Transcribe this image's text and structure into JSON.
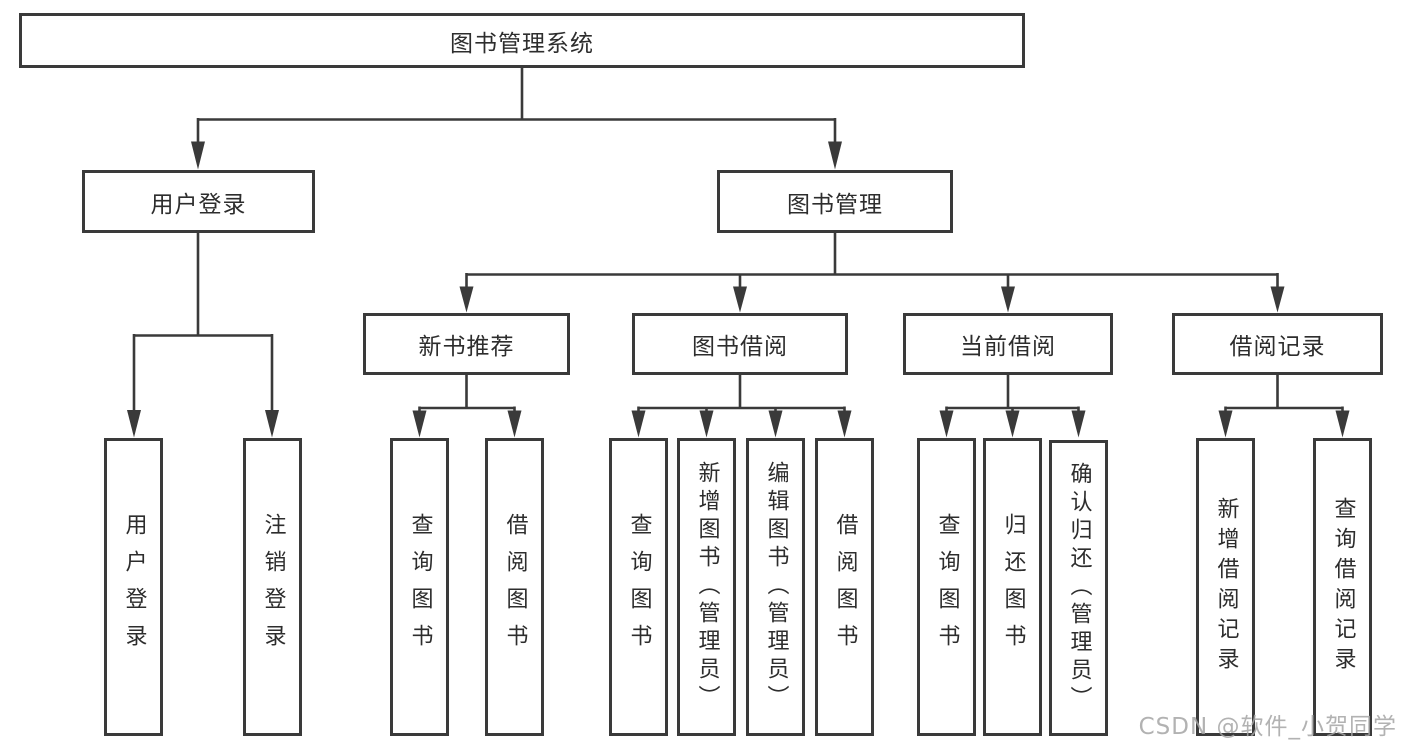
{
  "diagram": {
    "title": "图书管理系统",
    "root": {
      "label": "图书管理系统"
    },
    "level2": [
      {
        "label": "用户登录"
      },
      {
        "label": "图书管理"
      }
    ],
    "level3": [
      {
        "label": "新书推荐"
      },
      {
        "label": "图书借阅"
      },
      {
        "label": "当前借阅"
      },
      {
        "label": "借阅记录"
      }
    ],
    "leaves": [
      {
        "label": "用户登录"
      },
      {
        "label": "注销登录"
      },
      {
        "label": "查询图书"
      },
      {
        "label": "借阅图书"
      },
      {
        "label": "查询图书"
      },
      {
        "label": "新增图书（管理员）"
      },
      {
        "label": "编辑图书（管理员）"
      },
      {
        "label": "借阅图书"
      },
      {
        "label": "查询图书"
      },
      {
        "label": "归还图书"
      },
      {
        "label": "确认归还（管理员）"
      },
      {
        "label": "新增借阅记录"
      },
      {
        "label": "查询借阅记录"
      }
    ]
  },
  "watermark": "CSDN @软件_小贺同学",
  "colors": {
    "line": "#3a3a3a",
    "border": "#3a3a3a",
    "text": "#2d2d2d",
    "watermark": "#a5a5a5",
    "background": "#ffffff"
  }
}
